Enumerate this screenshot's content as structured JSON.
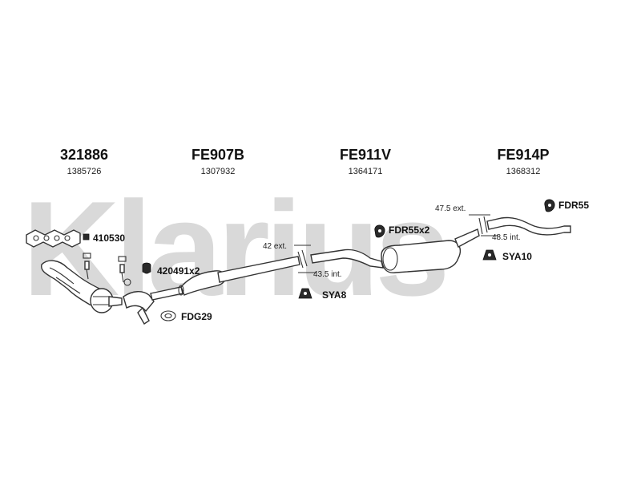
{
  "watermark": "Klarius",
  "groups": [
    {
      "code": "321886",
      "number": "1385726"
    },
    {
      "code": "FE907B",
      "number": "1307932"
    },
    {
      "code": "FE911V",
      "number": "1364171"
    },
    {
      "code": "FE914P",
      "number": "1368312"
    }
  ],
  "accessories": {
    "gasket_410530": "410530",
    "clamp_420491": "420491x2",
    "gasket_fdg29": "FDG29",
    "hanger_fdr55x2": "FDR55x2",
    "hanger_fdr55": "FDR55",
    "mount_sya8": "SYA8",
    "mount_sya10": "SYA10"
  },
  "dimensions": {
    "ext_42": "42 ext.",
    "int_43_5": "43.5 int.",
    "ext_47_5": "47.5 ext.",
    "int_48_5": "48.5 int."
  },
  "colors": {
    "watermark": "#d9d9d9",
    "line": "#333333",
    "icon": "#2a2a2a"
  }
}
